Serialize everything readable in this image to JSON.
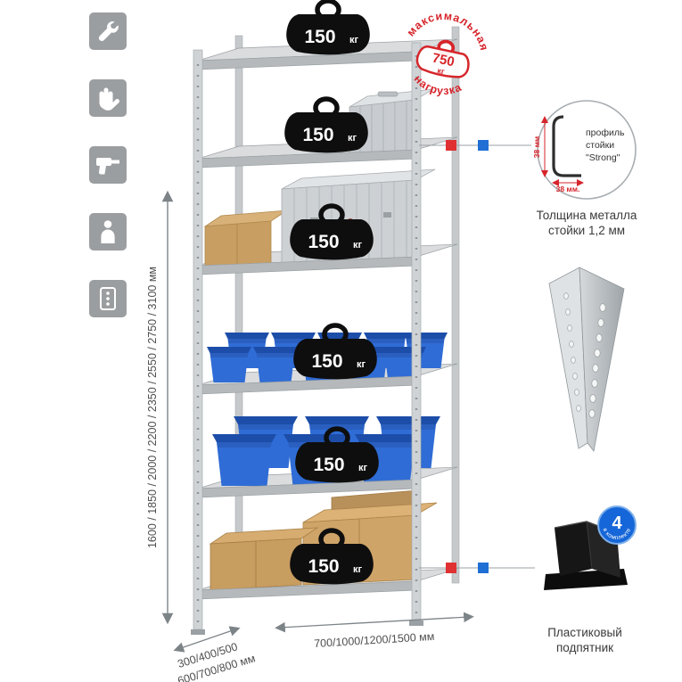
{
  "sidebar": {
    "icons": [
      "wrench-icon",
      "gloves-icon",
      "drill-icon",
      "person-icon",
      "fasteners-icon"
    ]
  },
  "rack": {
    "shelves": [
      {
        "load": "150",
        "unit": "кг"
      },
      {
        "load": "150",
        "unit": "кг"
      },
      {
        "load": "150",
        "unit": "кг"
      },
      {
        "load": "150",
        "unit": "кг"
      },
      {
        "load": "150",
        "unit": "кг"
      },
      {
        "load": "150",
        "unit": "кг"
      }
    ]
  },
  "stamp": {
    "arc_top": "максимальная",
    "arc_bottom": "нагрузка",
    "value": "750",
    "unit": "кг",
    "color": "#d6252b"
  },
  "dimensions": {
    "height": "1600 / 1850 / 2000 / 2200 / 2350 / 2550 / 2750 / 3100 мм",
    "depth_line1": "300/400/500",
    "depth_line2": "600/700/800 мм",
    "width": "700/1000/1200/1500 мм"
  },
  "profile_callout": {
    "line1": "профиль",
    "line2": "стойки",
    "line3": "\"Strong\"",
    "dim_vertical": "38 мм",
    "dim_horizontal": "38 мм.",
    "caption1": "Толщина металла",
    "caption2": "стойки 1,2 мм"
  },
  "foot_callout": {
    "badge_value": "4",
    "badge_label": "в комплекте",
    "caption1": "Пластиковый",
    "caption2": "подпятник"
  },
  "colors": {
    "accent_red": "#e03132",
    "accent_blue": "#1f6fd4",
    "bin_blue": "#2f6cd6"
  }
}
